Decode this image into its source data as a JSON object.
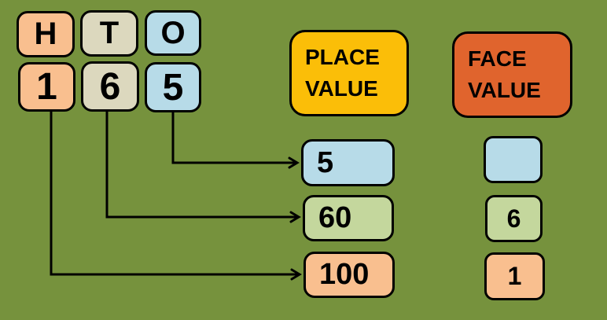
{
  "canvas": {
    "background": "#76923D",
    "line_color": "#000000",
    "text_color": "#000000"
  },
  "number_panel": {
    "columns": [
      {
        "header": "H",
        "digit": "1",
        "color": "#F9BF8F"
      },
      {
        "header": "T",
        "digit": "6",
        "color": "#DCD8BE"
      },
      {
        "header": "O",
        "digit": "5",
        "color": "#B7DBE8"
      }
    ]
  },
  "place_value": {
    "title": "PLACE VALUE",
    "title_bg": "#FBBE08",
    "items": [
      {
        "value": "5",
        "color": "#B7DBE8"
      },
      {
        "value": "60",
        "color": "#C4D79D"
      },
      {
        "value": "100",
        "color": "#F9BF8F"
      }
    ]
  },
  "face_value": {
    "title": "FACE VALUE",
    "title_bg": "#E0642D",
    "items": [
      {
        "value": "",
        "color": "#B7DBE8"
      },
      {
        "value": "6",
        "color": "#C4D79D"
      },
      {
        "value": "1",
        "color": "#F9BF8F"
      }
    ]
  }
}
